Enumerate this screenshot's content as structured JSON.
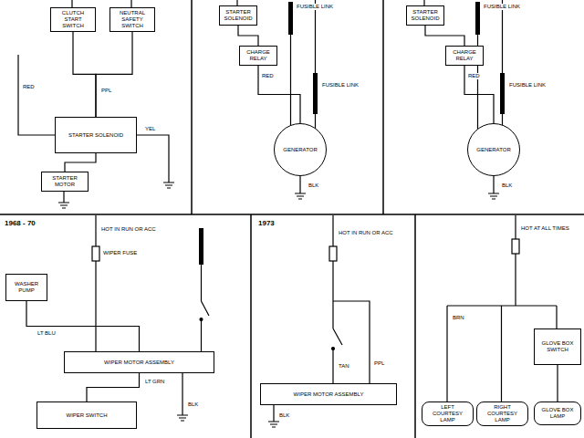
{
  "diagram": {
    "nodes": [
      {
        "text": [
          "CLUTCH START SWITCH"
        ]
      },
      {
        "text": [
          "NEUTRAL SAFETY SWITCH"
        ]
      },
      {
        "text": [
          "STARTER SOLENOID"
        ]
      },
      {
        "text": [
          "STARTER MOTOR"
        ]
      },
      {
        "text": [
          "STARTER SOLENOID"
        ]
      },
      {
        "text": [
          "CHARGE RELAY"
        ]
      },
      {
        "text": [
          "GENERATOR"
        ]
      },
      {
        "text": [
          "STARTER SOLENOID"
        ]
      },
      {
        "text": [
          "CHARGE RELAY"
        ]
      },
      {
        "text": [
          "GENERATOR"
        ]
      },
      {
        "text": [
          "WIPER MOTOR ASSEMBLY"
        ]
      },
      {
        "text": [
          "WIPER SWITCH"
        ]
      },
      {
        "text": [
          "WASHER PUMP"
        ]
      },
      {
        "text": [
          "WIPER MOTOR ASSEMBLY"
        ]
      },
      {
        "text": [
          "GLOVE BOX SWITCH"
        ]
      },
      {
        "text": [
          "LEFT COURTESY LAMP"
        ]
      },
      {
        "text": [
          "RIGHT COURTESY LAMP"
        ]
      },
      {
        "text": [
          "GLOVE BOX LAMP"
        ]
      }
    ],
    "edges": [
      {
        "from": 0,
        "to": 2,
        "arrow": "none"
      },
      {
        "from": 1,
        "to": 2,
        "arrow": "none"
      },
      {
        "from": 2,
        "to": 3,
        "arrow": "none"
      },
      {
        "from": 4,
        "to": 5,
        "arrow": "none"
      },
      {
        "from": 5,
        "to": 6,
        "arrow": "none"
      },
      {
        "from": 7,
        "to": 8,
        "arrow": "none"
      },
      {
        "from": 8,
        "to": 9,
        "arrow": "none"
      },
      {
        "from": 12,
        "to": 10,
        "arrow": "none"
      },
      {
        "from": 10,
        "to": 11,
        "arrow": "none"
      },
      {
        "from": 14,
        "to": 17,
        "arrow": "none"
      }
    ],
    "labels": [
      "RED",
      "PPL",
      "YEL",
      "FUSIBLE LINK",
      "FUSIBLE LINK",
      "RED",
      "BLK",
      "FUSIBLE LINK",
      "FUSIBLE LINK",
      "RED",
      "BLK",
      "1968 - 70",
      "HOT IN RUN OR ACC",
      "WIPER FUSE",
      "LT BLU",
      "LT GRN",
      "BLK",
      "1973",
      "HOT IN RUN OR ACC",
      "TAN",
      "PPL",
      "BLK",
      "HOT AT ALL TIMES",
      "BRN"
    ]
  }
}
